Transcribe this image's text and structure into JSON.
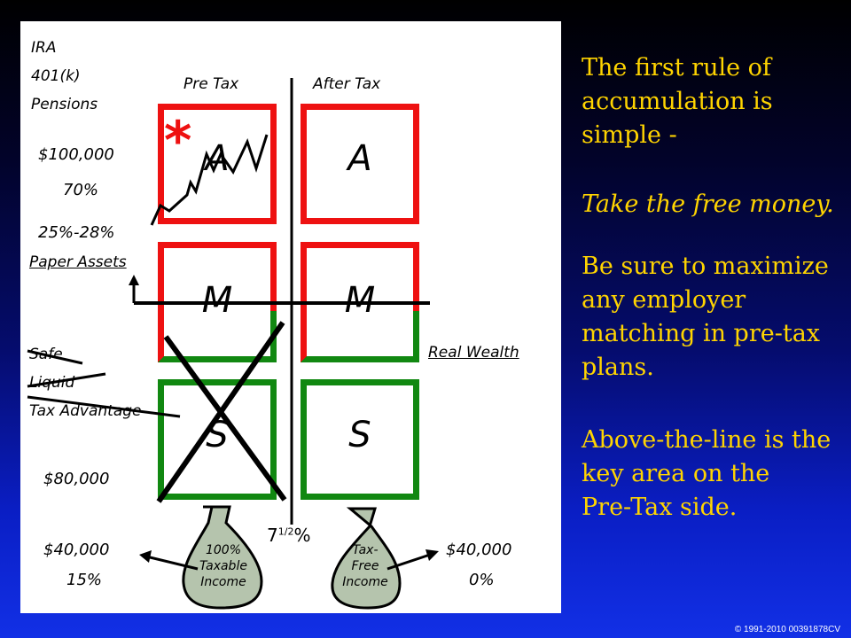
{
  "panel": {
    "left_labels": {
      "ira": "IRA",
      "k401": "401(k)",
      "pensions": "Pensions",
      "amount_100k": "$100,000",
      "pct_70": "70%",
      "pct_25_28": "25%-28%",
      "paper_assets": "Paper Assets",
      "safe": "Safe",
      "liquid": "Liquid",
      "tax_advantage": "Tax Advantage",
      "amount_80k": "$80,000",
      "amount_40k_left": "$40,000",
      "pct_15": "15%"
    },
    "column_headers": {
      "pre_tax": "Pre Tax",
      "after_tax": "After Tax"
    },
    "letters": {
      "a_left": "A",
      "a_right": "A",
      "m_left": "M",
      "m_right": "M",
      "s_left": "S",
      "s_right": "S"
    },
    "star": "*",
    "real_wealth": "Real Wealth",
    "seven_half": {
      "base": "7",
      "sup": "1/2",
      "pct": "%"
    },
    "bags": {
      "left": [
        "100%",
        "Taxable",
        "Income"
      ],
      "right": [
        "Tax-",
        "Free",
        "Income"
      ]
    },
    "right_amount": {
      "amount": "$40,000",
      "pct": "0%"
    }
  },
  "right_text": {
    "rule_lines": [
      "The first rule of",
      "accumulation is",
      "simple -"
    ],
    "take_free": "Take the free money.",
    "maximize_lines": [
      "Be sure to maximize",
      "any employer",
      "matching in pre-tax",
      "plans."
    ],
    "above_line_lines": [
      "Above-the-line is the",
      "key area on the",
      "Pre-Tax side."
    ]
  },
  "copyright": "© 1991-2010  00391878CV",
  "colors": {
    "red": "#ee1111",
    "green": "#118811",
    "yellow": "#ffd400",
    "bag": "#b5c4ad"
  }
}
